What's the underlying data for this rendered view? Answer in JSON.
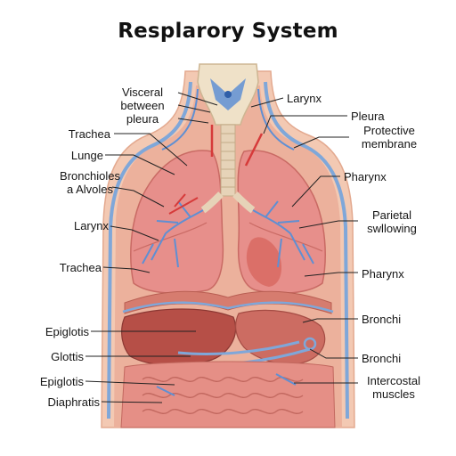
{
  "title": "Resplarory System",
  "colors": {
    "skin_outer": "#f3c9b3",
    "skin_inner": "#e9a891",
    "vessel_blue": "#7fa7d9",
    "lung": "#e78f8b",
    "lung_light": "#f2aaa3",
    "bronchi_blue": "#5f8fd3",
    "artery_red": "#d63a3a",
    "trachea": "#e6d3b8",
    "liver": "#b64f47",
    "intestine": "#e58f86"
  },
  "labels_left": [
    {
      "id": "visceral-pleura",
      "lines": [
        "Visceral",
        "between",
        "pleura"
      ]
    },
    {
      "id": "trachea-top",
      "lines": [
        "Trachea"
      ]
    },
    {
      "id": "lunge",
      "lines": [
        "Lunge"
      ]
    },
    {
      "id": "bronchioles-alvoles",
      "lines": [
        "Bronchioles",
        "a Alvoles"
      ]
    },
    {
      "id": "larynx-left",
      "lines": [
        "Larynx"
      ]
    },
    {
      "id": "trachea-mid",
      "lines": [
        "Trachea"
      ]
    },
    {
      "id": "epiglotis-top",
      "lines": [
        "Epiglotis"
      ]
    },
    {
      "id": "glottis",
      "lines": [
        "Glottis"
      ]
    },
    {
      "id": "epiglotis-bottom",
      "lines": [
        "Epiglotis"
      ]
    },
    {
      "id": "diaphratis",
      "lines": [
        "Diaphratis"
      ]
    }
  ],
  "labels_right": [
    {
      "id": "larynx-right",
      "lines": [
        "Larynx"
      ]
    },
    {
      "id": "pleura",
      "lines": [
        "Pleura"
      ]
    },
    {
      "id": "protective-membrane",
      "lines": [
        "Protective",
        "membrane"
      ]
    },
    {
      "id": "pharynx-top",
      "lines": [
        "Pharynx"
      ]
    },
    {
      "id": "parietal-swllowing",
      "lines": [
        "Parietal",
        "swllowing"
      ]
    },
    {
      "id": "pharynx-bottom",
      "lines": [
        "Pharynx"
      ]
    },
    {
      "id": "bronchi-top",
      "lines": [
        "Bronchi"
      ]
    },
    {
      "id": "bronchi-bottom",
      "lines": [
        "Bronchi"
      ]
    },
    {
      "id": "intercostal-muscles",
      "lines": [
        "Intercostal",
        "muscles"
      ]
    }
  ]
}
